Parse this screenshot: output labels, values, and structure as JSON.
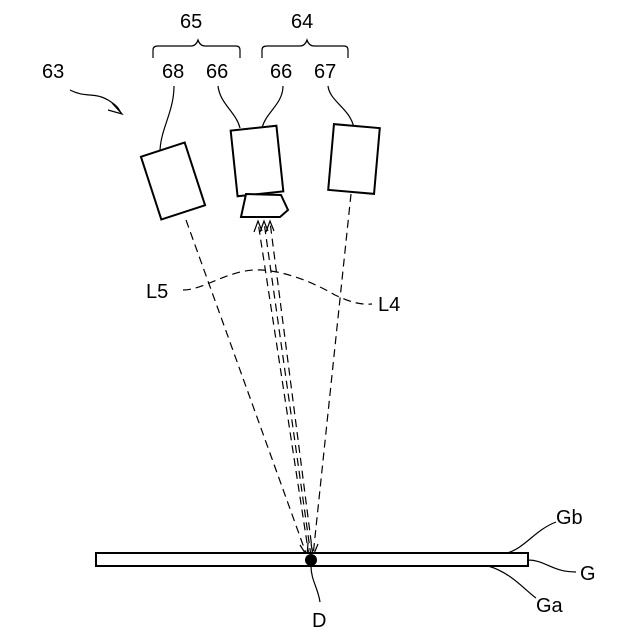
{
  "labels": {
    "device": "63",
    "group_left": "65",
    "group_right": "64",
    "unit_68": "68",
    "unit_66a": "66",
    "unit_66b": "66",
    "unit_67": "67",
    "beam_l5": "L5",
    "beam_l4": "L4",
    "surface_gb": "Gb",
    "substrate_g": "G",
    "surface_ga": "Ga",
    "point_d": "D"
  }
}
